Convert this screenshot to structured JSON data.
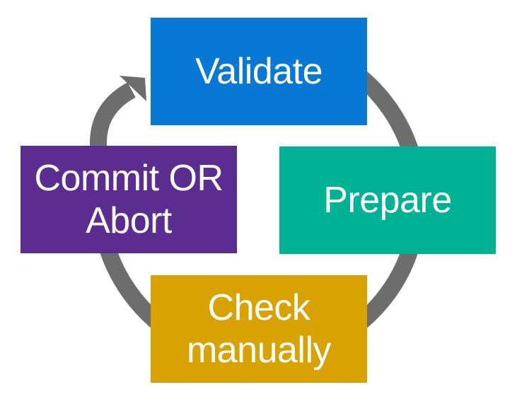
{
  "diagram": {
    "title": "transaction-cycle",
    "background_color": "#ffffff",
    "arrow_color": "#6d6d6d",
    "text_color": "#ffffff",
    "cycle_direction": "clockwise",
    "nodes": [
      {
        "id": "validate",
        "label": "Validate",
        "color": "#0778d4",
        "position": "top"
      },
      {
        "id": "prepare",
        "label": "Prepare",
        "color": "#00b294",
        "position": "right"
      },
      {
        "id": "check-manually",
        "label": "Check\nmanually",
        "color": "#d8a200",
        "position": "bottom"
      },
      {
        "id": "commit-or-abort",
        "label": "Commit OR\nAbort",
        "color": "#5c2d91",
        "position": "left"
      }
    ]
  }
}
